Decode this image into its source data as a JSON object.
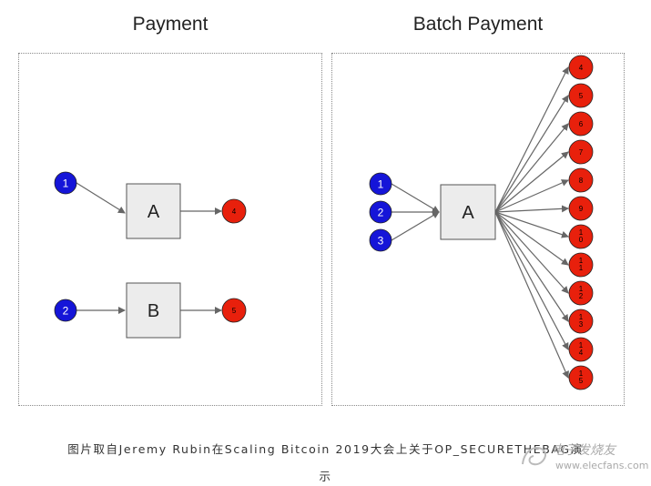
{
  "titles": {
    "left": "Payment",
    "right": "Batch Payment"
  },
  "left_panel": {
    "inputs": [
      "1",
      "2"
    ],
    "boxes": [
      "A",
      "B"
    ],
    "outputs": [
      "4",
      "5"
    ]
  },
  "right_panel": {
    "inputs": [
      "1",
      "2",
      "3"
    ],
    "box": "A",
    "outputs": [
      "4",
      "5",
      "6",
      "7",
      "8",
      "9",
      "10",
      "11",
      "12",
      "13",
      "14",
      "15"
    ]
  },
  "colors": {
    "input": "#1515d8",
    "output": "#e8200c",
    "box_fill": "#ececec",
    "edge": "#666666"
  },
  "caption": {
    "line1": "图片取自Jeremy Rubin在Scaling Bitcoin 2019大会上关于OP_SECURETHEBAG演",
    "line2": "示"
  },
  "watermark": {
    "text": "电子发烧友",
    "url": "www.elecfans.com"
  }
}
